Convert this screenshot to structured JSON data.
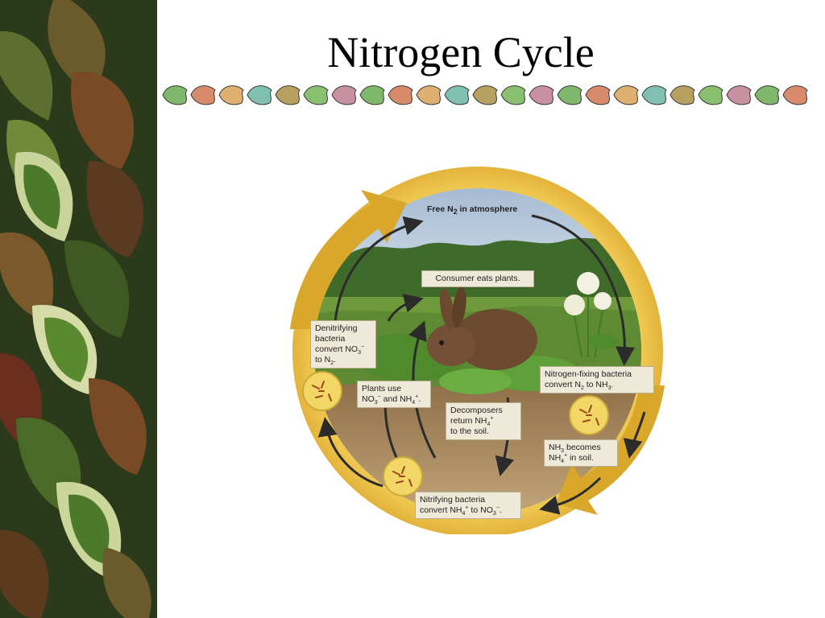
{
  "slide": {
    "title": "Nitrogen Cycle"
  },
  "diagram": {
    "atmosphere_label": {
      "pre": "Free N",
      "sub": "2",
      "post": " in atmosphere"
    },
    "consumer": "Consumer eats plants.",
    "denitrifying": {
      "l1": "Denitrifying",
      "l2": "bacteria",
      "l3a": "convert NO",
      "l3sub": "3",
      "l3sup": "−",
      "l4a": "to N",
      "l4sub": "2",
      "l4b": "."
    },
    "plants_use": {
      "l1": "Plants use",
      "a": "NO",
      "asub": "3",
      "asup": "−",
      "b": " and NH",
      "bsub": "4",
      "bsup": "+",
      "c": "."
    },
    "nitrogen_fixing": {
      "l1": "Nitrogen-fixing bacteria",
      "l2a": "convert N",
      "l2sub": "2",
      "l2b": " to NH",
      "l2sub2": "3",
      "l2c": "."
    },
    "decomposers": {
      "l1": "Decomposers",
      "l2a": "return NH",
      "l2sub": "4",
      "l2sup": "+",
      "l3": "to the soil."
    },
    "nh3": {
      "l1a": "NH",
      "l1sub": "3",
      "l1b": " becomes",
      "l2a": "NH",
      "l2sub": "4",
      "l2sup": "+",
      "l2b": " in soil."
    },
    "nitrifying": {
      "l1": "Nitrifying bacteria",
      "l2a": "convert NH",
      "l2sub": "4",
      "l2sup": "+",
      "l2b": " to NO",
      "l2sub2": "3",
      "l2sup2": "−",
      "l2c": "."
    }
  },
  "colors": {
    "ring": "#f0c64a",
    "ring_dark": "#d8a92c",
    "arrow": "#d9a72a",
    "sky": "#c9d8e6",
    "soil": "#8a6a44"
  }
}
